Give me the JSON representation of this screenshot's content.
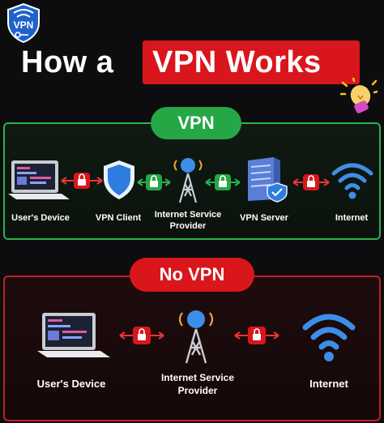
{
  "title": {
    "plain": "How a",
    "highlight": "VPN Works"
  },
  "logo": {
    "text": "VPN"
  },
  "vpn_section": {
    "badge": "VPN",
    "nodes": [
      {
        "label": "User's Device"
      },
      {
        "label": "VPN Client"
      },
      {
        "label_line1": "Internet Service",
        "label_line2": "Provider"
      },
      {
        "label": "VPN Server"
      },
      {
        "label": "Internet"
      }
    ]
  },
  "novpn_section": {
    "badge": "No VPN",
    "nodes": [
      {
        "label": "User's Device"
      },
      {
        "label_line1": "Internet Service",
        "label_line2": "Provider"
      },
      {
        "label": "Internet"
      }
    ]
  },
  "colors": {
    "vpn_green": "#25a745",
    "danger_red": "#d9161c",
    "icon_blue": "#3d8ee8",
    "background": "#0d0d0f"
  }
}
